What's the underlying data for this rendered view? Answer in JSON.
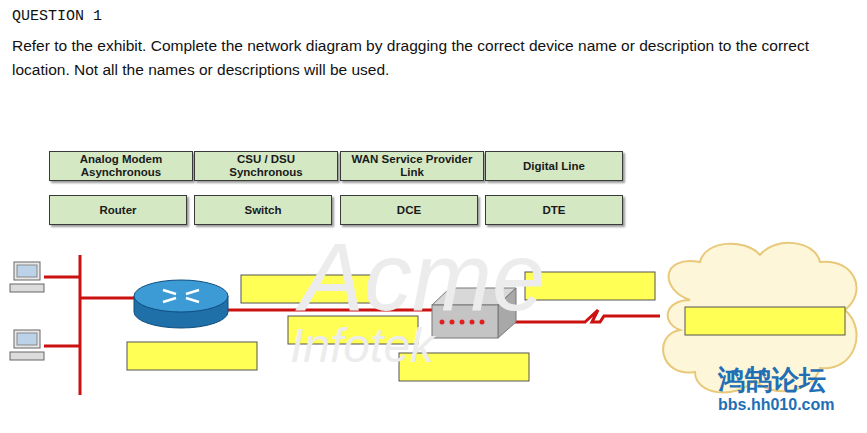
{
  "diagram": {
    "title": "QUESTION 1",
    "nodes": [
      {
        "text": [
          "Analog Modem Asynchronous"
        ]
      },
      {
        "text": [
          "CSU / DSU Synchronous"
        ]
      },
      {
        "text": [
          "WAN Service Provider Link"
        ]
      },
      {
        "text": [
          "Digital Line"
        ]
      },
      {
        "text": [
          "Router"
        ]
      },
      {
        "text": [
          "Switch"
        ]
      },
      {
        "text": [
          "DCE"
        ]
      },
      {
        "text": [
          "DTE"
        ]
      }
    ],
    "labels": [
      "Refer to the exhibit. Complete the network diagram by dragging the correct device name or description to the correct location. Not all the names or descriptions will be used.",
      "Acme",
      "Infotek",
      "鸿鹄论坛",
      "bbs.hh010.com"
    ]
  }
}
